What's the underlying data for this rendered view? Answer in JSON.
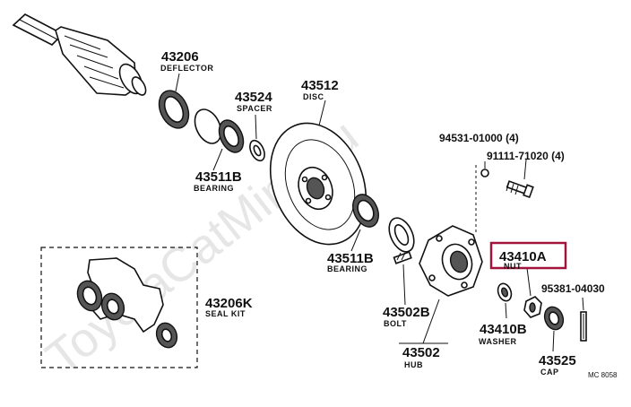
{
  "watermark": "ToyotaCatMine.ru",
  "highlight_color": "#a3123a",
  "diagram_code": "MC 8058",
  "parts": [
    {
      "number": "43206",
      "name": "DEFLECTOR"
    },
    {
      "number": "43524",
      "name": "SPACER"
    },
    {
      "number": "43512",
      "name": "DISC"
    },
    {
      "number": "43511B",
      "name": "BEARING"
    },
    {
      "number": "43511B",
      "name": "BEARING"
    },
    {
      "number": "43206K",
      "name": "SEAL KIT"
    },
    {
      "number": "43502B",
      "name": "BOLT"
    },
    {
      "number": "43502",
      "name": "HUB"
    },
    {
      "number": "43410A",
      "name": "NUT"
    },
    {
      "number": "43410B",
      "name": "WASHER"
    },
    {
      "number": "43525",
      "name": "CAP"
    }
  ],
  "references": [
    {
      "number": "94531-01000",
      "qty": "(4)"
    },
    {
      "number": "91111-71020",
      "qty": "(4)"
    },
    {
      "number": "95381-04030",
      "qty": ""
    }
  ]
}
